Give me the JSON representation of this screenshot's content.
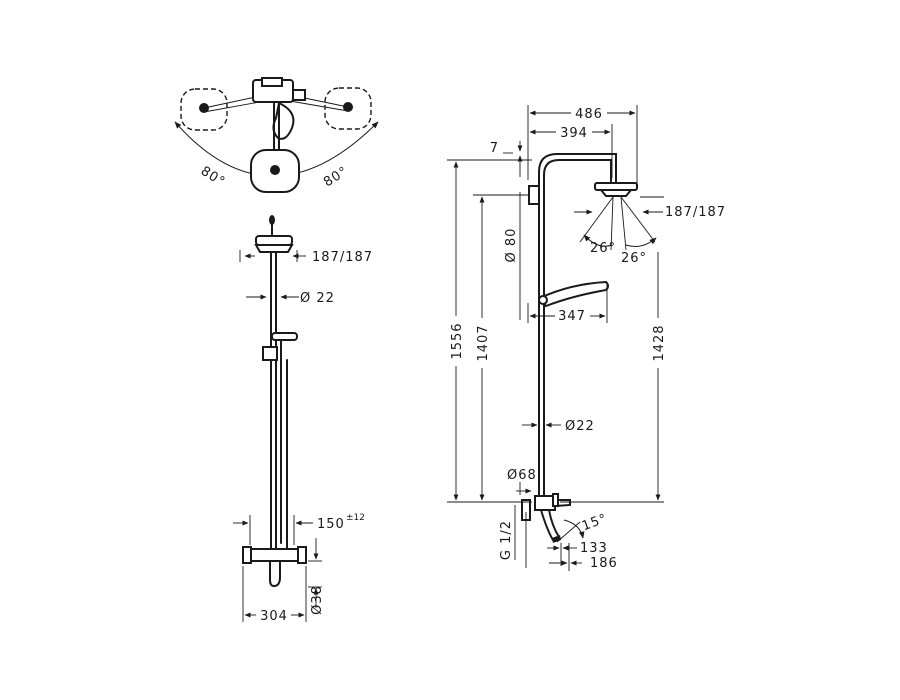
{
  "front_view": {
    "head_width": "187/187",
    "rail_diameter": "Ø 22",
    "outlet_offset": "150",
    "outlet_tolerance": "±12",
    "body_diameter": "Ø38",
    "body_width": "304"
  },
  "top_view": {
    "swivel_left": "80°",
    "swivel_right": "80°"
  },
  "side_view": {
    "projection_total": "486",
    "projection_arm": "394",
    "connector_offset": "7",
    "head_width": "187/187",
    "tilt_left": "26°",
    "tilt_right": "26°",
    "connector_diameter": "Ø 80",
    "hand_shower_projection": "347",
    "total_height": "1556",
    "connector_height": "1407",
    "head_height": "1428",
    "rail_diameter": "Ø22",
    "escutcheon_diameter": "Ø68",
    "thread": "G 1/2",
    "spout_angle": "15°",
    "spout_projection": "133",
    "body_projection": "186"
  }
}
